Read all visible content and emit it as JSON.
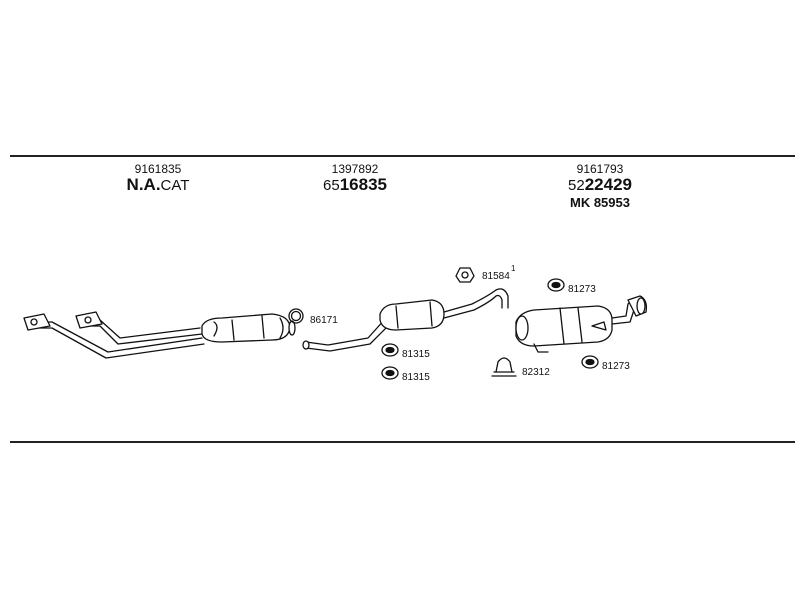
{
  "headers": [
    {
      "small": "9161835",
      "prefix": "N.A.",
      "suffix": "CAT"
    },
    {
      "small": "1397892",
      "prefix": "65",
      "suffix": "16835"
    },
    {
      "small": "9161793",
      "prefix": "52",
      "suffix": "22429",
      "extra": "MK 85953"
    }
  ],
  "parts": {
    "clamp_86171": "86171",
    "clamp_81584": "81584",
    "clamp_81584_note": "1",
    "mount_81315_a": "81315",
    "mount_81315_b": "81315",
    "mount_81273_a": "81273",
    "mount_81273_b": "81273",
    "clamp_82312": "82312"
  }
}
